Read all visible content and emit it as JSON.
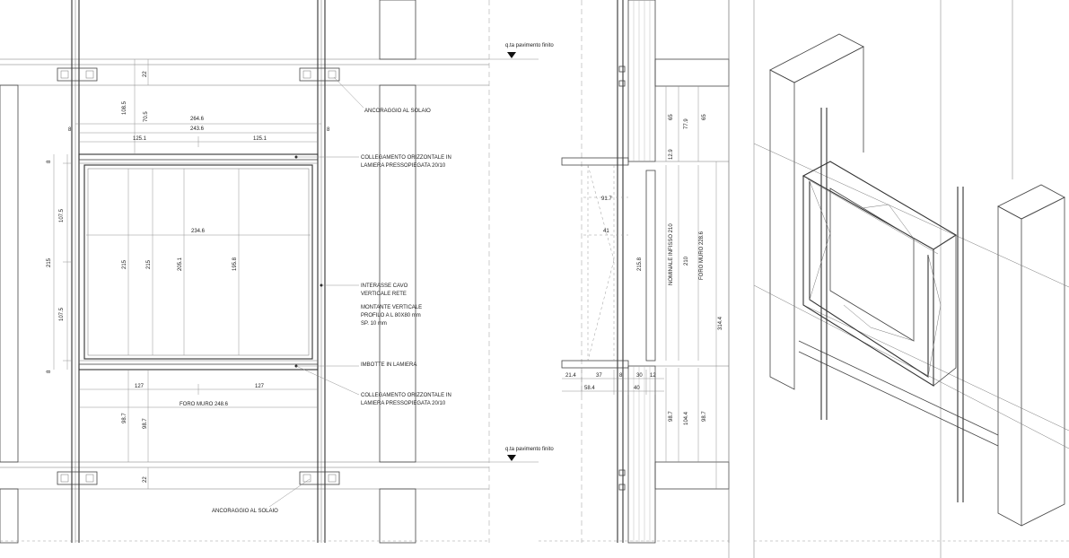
{
  "elevation": {
    "level_label_top": "q.ta pavimento finito",
    "level_label_bottom": "q.ta pavimento finito",
    "notes": {
      "ancoraggio_top": "ANCORAGGIO AL SOLAIO",
      "collegamento_top_1": "COLLEGAMENTO ORIZZONTALE IN",
      "collegamento_top_2": "LAMIERA PRESSOPIEGATA 20/10",
      "interasse_1": "INTERASSE CAVO",
      "interasse_2": "VERTICALE RETE",
      "montante_1": "MONTANTE VERTICALE",
      "montante_2": "PROFILO A L 80X80 mm",
      "montante_3": "SP. 10 mm",
      "imbotte": "IMBOTTE IN LAMIERA",
      "collegamento_bot_1": "COLLEGAMENTO ORIZZONTALE IN",
      "collegamento_bot_2": "LAMIERA PRESSOPIEGATA 20/10",
      "ancoraggio_bot": "ANCORAGGIO AL SOLAIO"
    },
    "dims": {
      "d22_top": "22",
      "d108_5": "108.5",
      "d70_5": "70.5",
      "d264_6": "264.6",
      "d243_6": "243.6",
      "d125_1_a": "125.1",
      "d125_1_b": "125.1",
      "d8_a": "8",
      "d8_b": "8",
      "d8_c": "8",
      "d8_d": "8",
      "d107_5_a": "107.5",
      "d107_5_b": "107.5",
      "d215_left": "215",
      "d234_6": "234.6",
      "d215_a": "215",
      "d215_b": "215",
      "d205_1": "205.1",
      "d195_8": "195.8",
      "d127_a": "127",
      "d127_b": "127",
      "foro": "FORO MURO 248.6",
      "d98_7_a": "98.7",
      "d98_7_b": "98.7",
      "d22_bot": "22"
    }
  },
  "section": {
    "dims": {
      "d65_a": "65",
      "d77_9": "77.9",
      "d65_b": "65",
      "d12_9": "12.9",
      "d91_7": "91.7",
      "d41": "41",
      "d215_8": "215.8",
      "nominale": "NOMINALE INFISSO 210",
      "d210": "210",
      "foro_muro": "FORO MURO 228.6",
      "d314_4": "314.4",
      "d21_4": "21.4",
      "d37": "37",
      "d8": "8",
      "d30": "30",
      "d12": "12",
      "d58_4": "58.4",
      "d40": "40",
      "d98_7_a": "98.7",
      "d104_4": "104.4",
      "d98_7_b": "98.7"
    }
  }
}
